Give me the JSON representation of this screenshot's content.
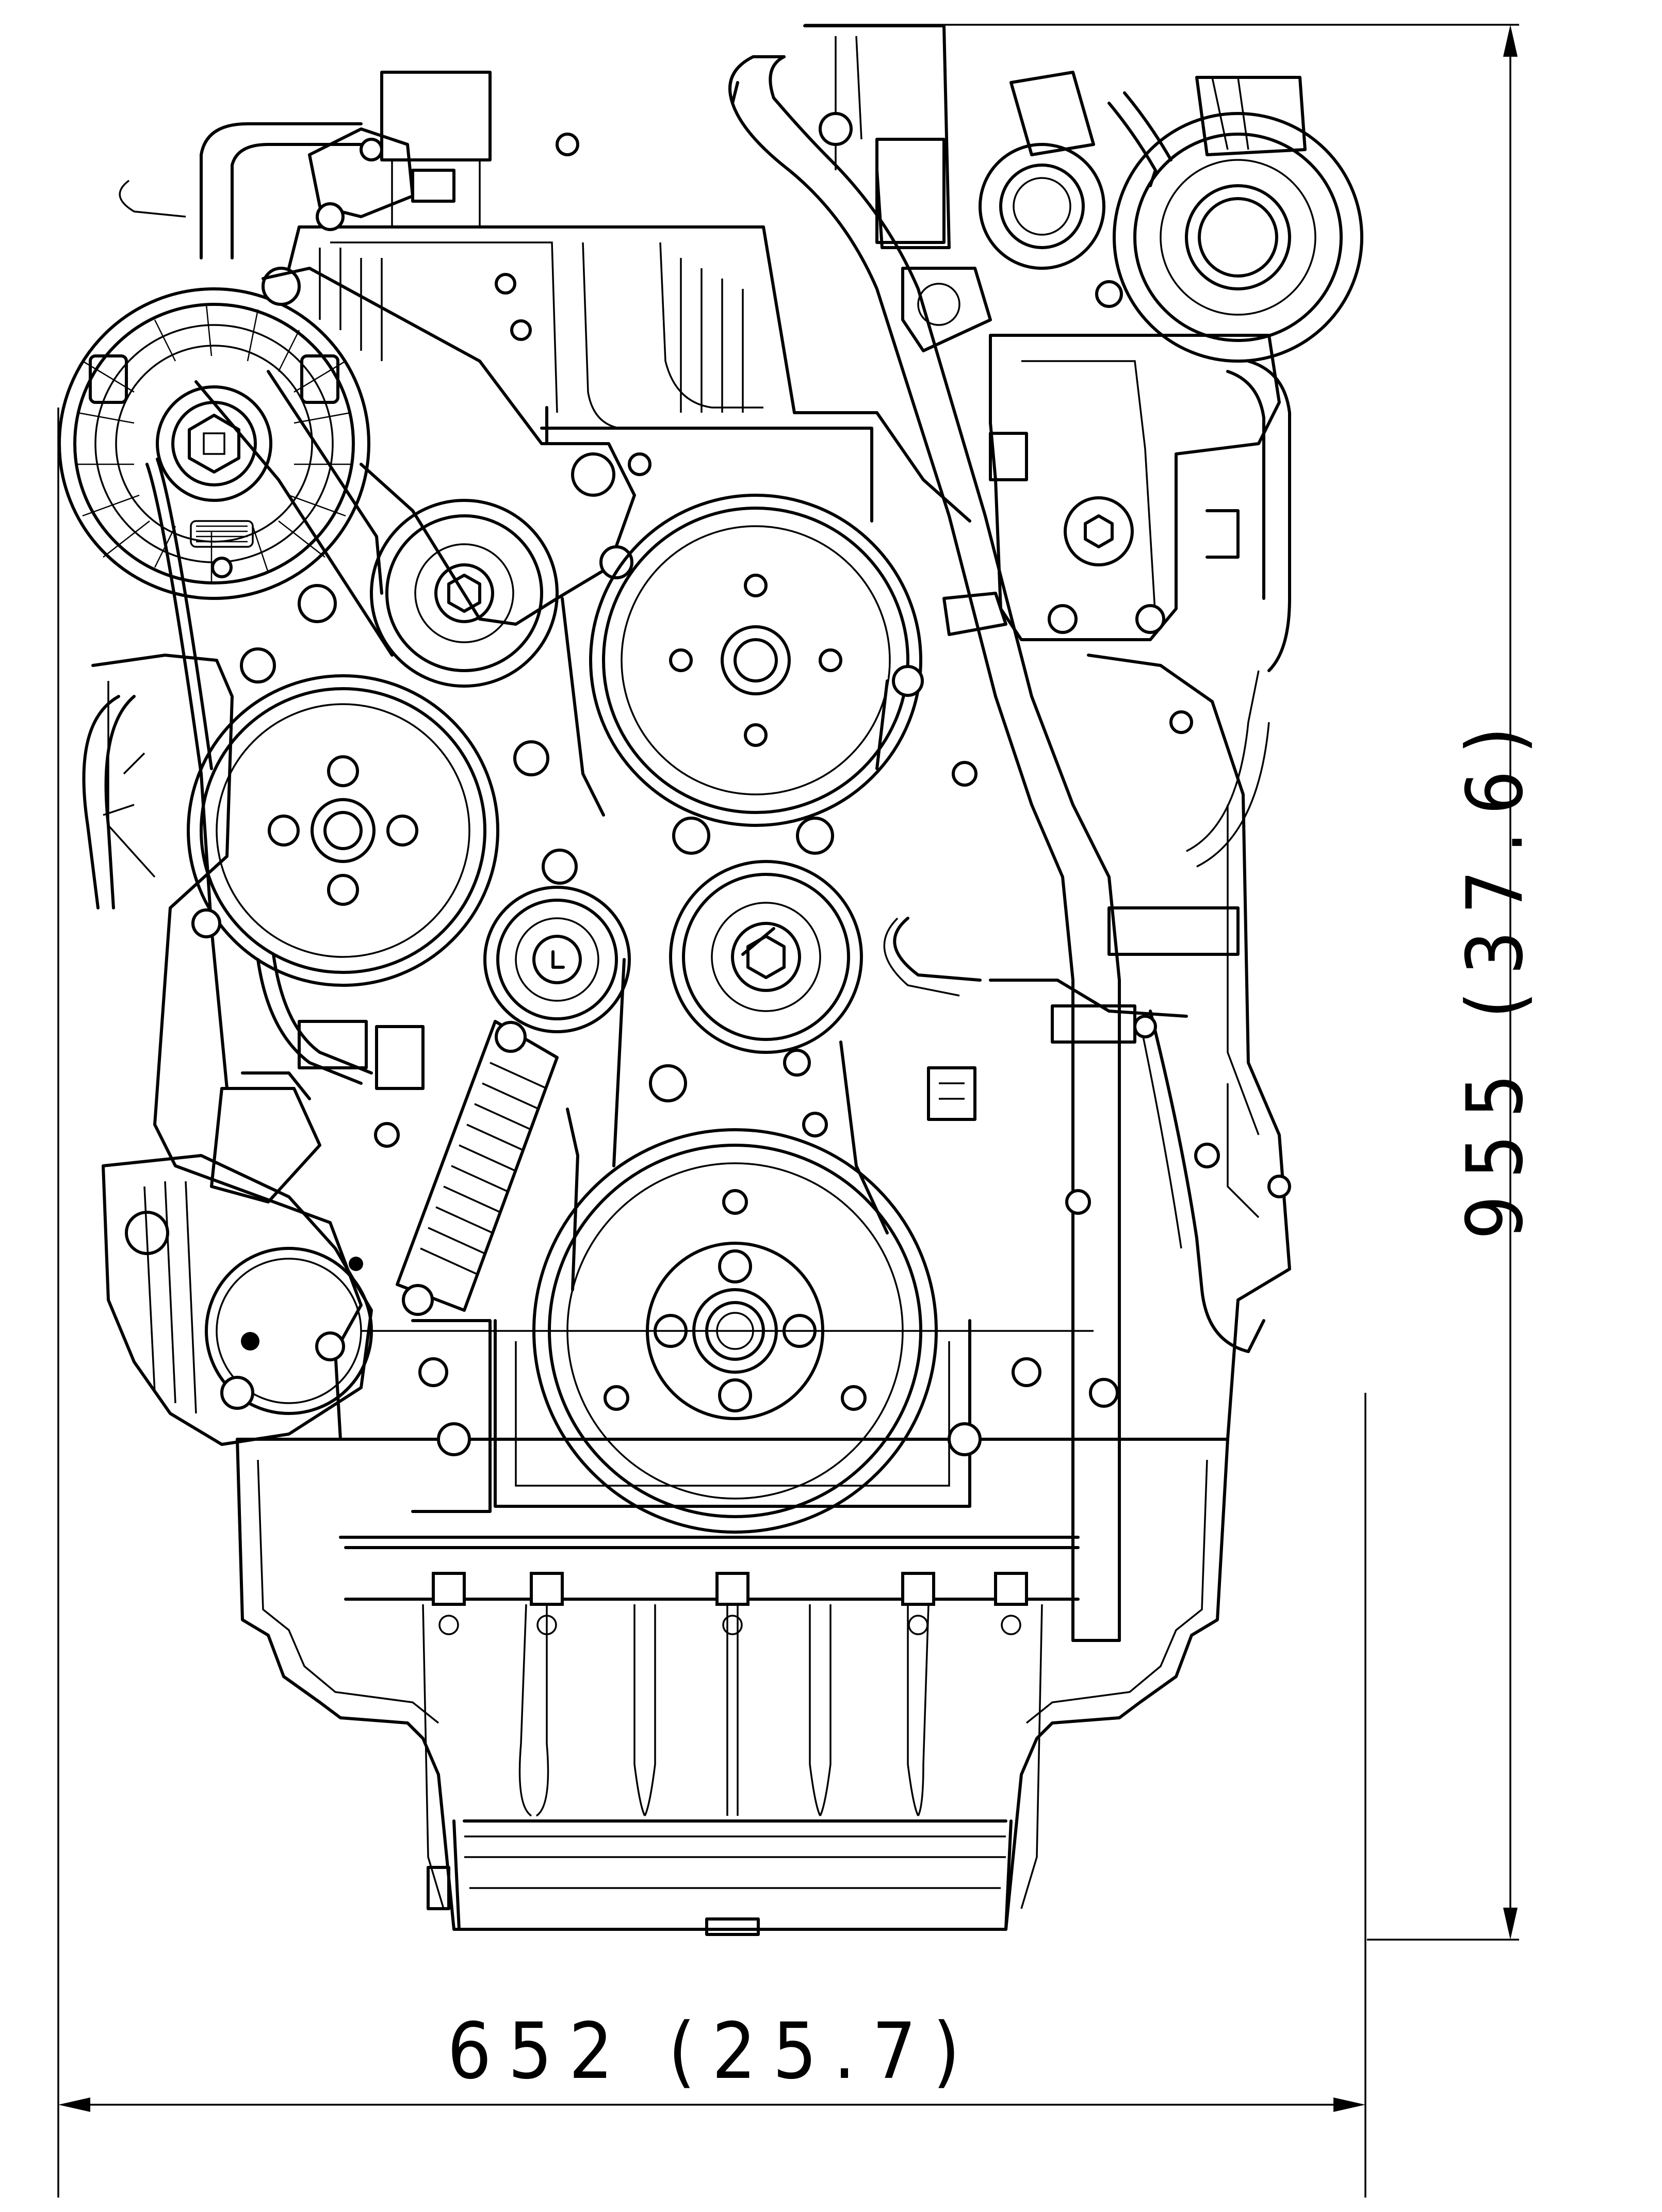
{
  "dimensions": {
    "height_label": "955 (37.6)",
    "width_label": "652 (25.7)"
  },
  "drawing": {
    "subject": "engine-front-view-line-drawing"
  },
  "colors": {
    "line": "#000000",
    "background": "#ffffff"
  }
}
